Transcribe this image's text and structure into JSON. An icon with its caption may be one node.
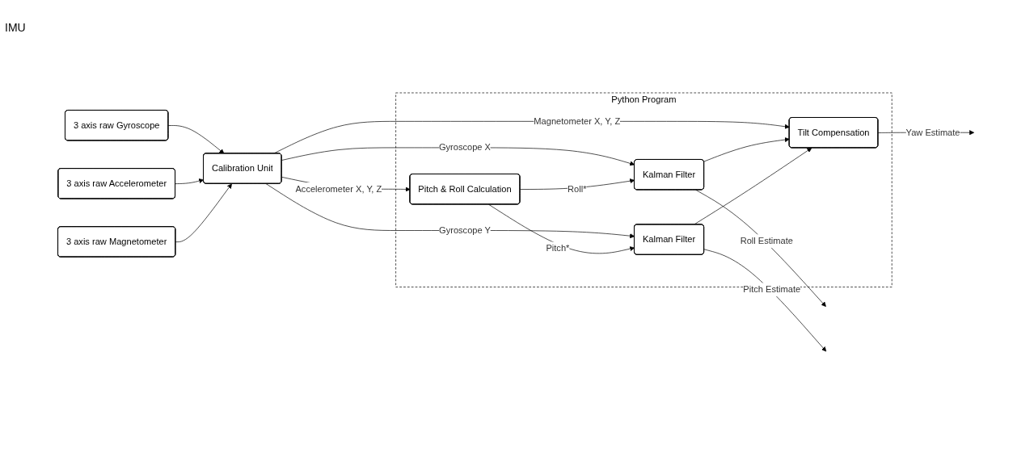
{
  "diagram": {
    "nodes": [
      {
        "text": [
          "3 axis raw Gyroscope"
        ]
      },
      {
        "text": [
          "3 axis raw Accelerometer"
        ]
      },
      {
        "text": [
          "3 axis raw Magnetometer"
        ]
      },
      {
        "text": [
          "Calibration Unit"
        ]
      },
      {
        "text": [
          "Python Program"
        ]
      },
      {
        "text": [
          "Kalman Filter"
        ],
        "in": 4
      },
      {
        "text": [
          "Kalman Filter"
        ],
        "in": 4
      },
      {
        "text": [
          "Pitch & Roll Calculation"
        ],
        "in": 4
      },
      {
        "text": [
          "Tilt Compensation"
        ],
        "in": 4
      }
    ],
    "edges": [
      {
        "from": 0,
        "to": 3,
        "arrow": "to"
      },
      {
        "from": 1,
        "to": 3,
        "arrow": "to"
      },
      {
        "from": 2,
        "to": 3,
        "arrow": "to"
      },
      {
        "from": 3,
        "to": 5,
        "arrow": "to",
        "label": "Gyroscope X"
      },
      {
        "from": 3,
        "to": 6,
        "arrow": "to",
        "label": "Gyroscope Y"
      },
      {
        "from": 3,
        "to": 7,
        "arrow": "to",
        "label": "Accelerometer X, Y, Z"
      },
      {
        "from": 3,
        "to": 8,
        "arrow": "to",
        "label": "Magnetometer X, Y, Z"
      },
      {
        "from": 7,
        "to": 5,
        "arrow": "to",
        "label": "Roll*"
      },
      {
        "from": 7,
        "to": 6,
        "arrow": "to",
        "label": "Pitch*"
      },
      {
        "from": 5,
        "to": null,
        "arrow": "to",
        "label": "Roll Estimate"
      },
      {
        "from": 6,
        "to": null,
        "arrow": "to",
        "label": "Pitch Estimate"
      },
      {
        "from": 8,
        "to": null,
        "arrow": "to",
        "label": "Yaw Estimate"
      },
      {
        "from": 5,
        "to": 8,
        "arrow": "to"
      },
      {
        "from": 6,
        "to": 8,
        "arrow": "to"
      }
    ],
    "labels": [
      "IMU"
    ]
  }
}
